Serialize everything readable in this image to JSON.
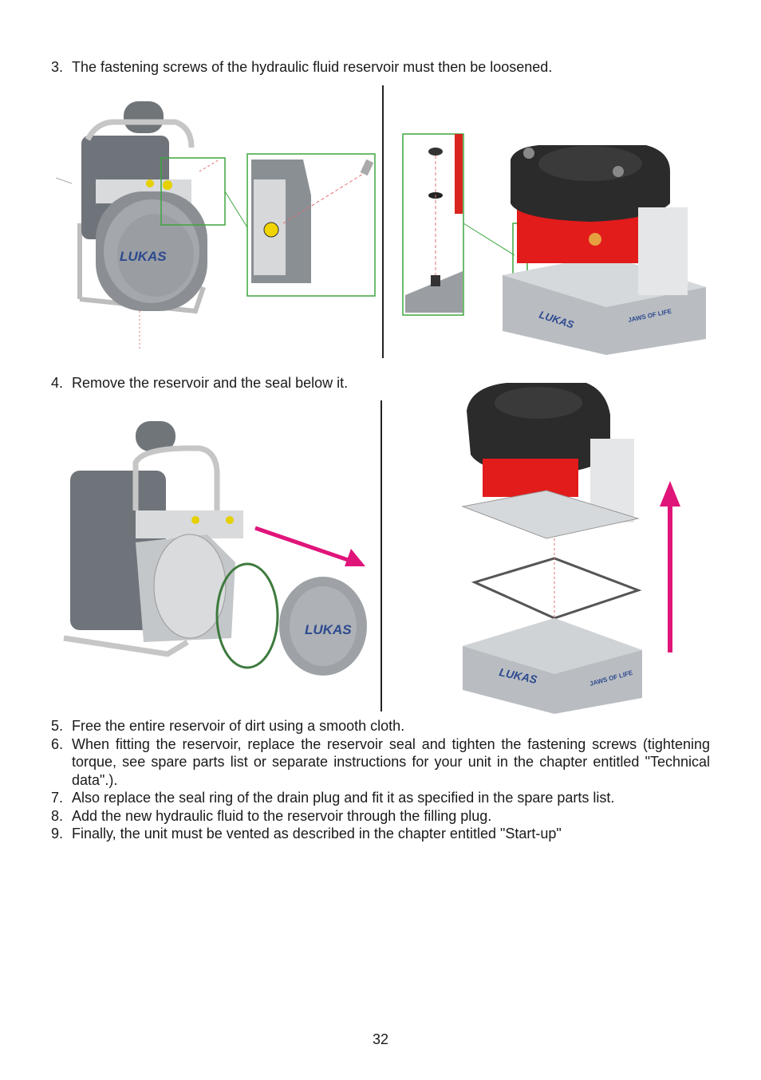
{
  "steps_top": [
    {
      "num": "3.",
      "text": "The fastening screws of the hydraulic fluid reservoir must then be loosened."
    },
    {
      "num": "4.",
      "text": "Remove the reservoir and the seal below it."
    }
  ],
  "steps": [
    {
      "num": "5.",
      "text": "Free the entire reservoir of dirt using a smooth cloth."
    },
    {
      "num": "6.",
      "text": "When fitting the reservoir, replace the reservoir seal and tighten the fastening screws (tightening torque, see spare parts list or separate instructions for your unit in the chapter entitled \"Technical data\".)."
    },
    {
      "num": "7.",
      "text": "Also replace the seal ring of the drain plug and fit it as specified in the spare parts list."
    },
    {
      "num": "8.",
      "text": "Add the new hydraulic fluid to the reservoir through the filling plug."
    },
    {
      "num": "9.",
      "text": "Finally, the unit must be vented as described in the chapter entitled \"Start-up\""
    }
  ],
  "figure_labels": {
    "brand": "LUKAS",
    "jaws": "JAWS OF LIFE"
  },
  "page_number": "32",
  "colors": {
    "accent_arrow": "#e0157a",
    "callout": "#3fa63f",
    "pump_red": "#e21b1b",
    "housing_gray": "#b9bdc2",
    "dark_body": "#2b2b2b"
  }
}
